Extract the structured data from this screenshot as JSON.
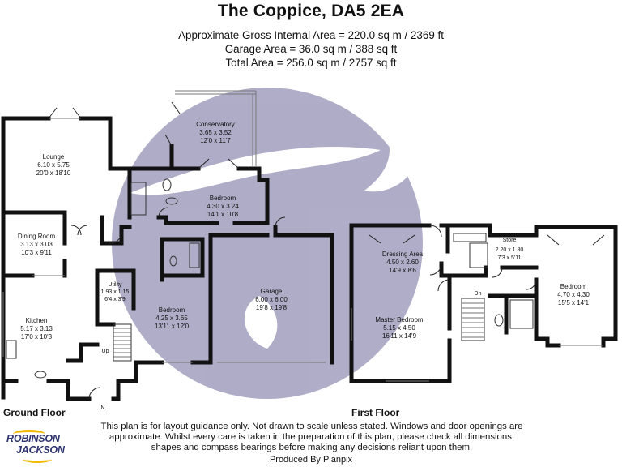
{
  "title": "The Coppice, DA5 2EA",
  "areas": {
    "gross": "Approximate Gross Internal Area = 220.0 sq m / 2369 ft",
    "garage": "Garage Area = 36.0 sq m / 388 sq ft",
    "total": "Total Area = 256.0 sq m / 2757 sq ft"
  },
  "floors": {
    "ground": "Ground Floor",
    "first": "First Floor"
  },
  "rooms": {
    "conservatory": {
      "name": "Conservatory",
      "metric": "3.65 x 3.52",
      "imperial": "12'0 x 11'7"
    },
    "lounge": {
      "name": "Lounge",
      "metric": "6.10 x 5.75",
      "imperial": "20'0 x 18'10"
    },
    "bedroom_gf_rear": {
      "name": "Bedroom",
      "metric": "4.30 x 3.24",
      "imperial": "14'1 x 10'8"
    },
    "dining": {
      "name": "Dining Room",
      "metric": "3.13 x 3.03",
      "imperial": "10'3 x 9'11"
    },
    "utility": {
      "name": "Utility",
      "metric": "1.93 x 1.15",
      "imperial": "6'4 x 3'9"
    },
    "kitchen": {
      "name": "Kitchen",
      "metric": "5.17 x 3.13",
      "imperial": "17'0 x 10'3"
    },
    "bedroom_gf_front": {
      "name": "Bedroom",
      "metric": "4.25 x 3.65",
      "imperial": "13'11 x 12'0"
    },
    "garage": {
      "name": "Garage",
      "metric": "6.00 x 6.00",
      "imperial": "19'8 x 19'8"
    },
    "dressing": {
      "name": "Dressing Area",
      "metric": "4.50 x 2.60",
      "imperial": "14'9 x 8'6"
    },
    "store": {
      "name": "Store",
      "metric": "2.20 x 1.80",
      "imperial": "7'3 x 5'11"
    },
    "bedroom_ff": {
      "name": "Bedroom",
      "metric": "4.70 x 4.30",
      "imperial": "15'5 x 14'1"
    },
    "master": {
      "name": "Master Bedroom",
      "metric": "5.15 x 4.50",
      "imperial": "16'11 x 14'9"
    }
  },
  "markers": {
    "up": "Up",
    "dn": "Dn",
    "in": "IN"
  },
  "disclaimer": "This plan is for layout guidance only. Not drawn to scale unless stated. Windows and door openings are approximate. Whilst every care is taken in the preparation of this plan, please check all dimensions, shapes and compass bearings before making any decisions reliant upon them.",
  "producer": "Produced By Planpix",
  "logo": {
    "line1": "ROBINSON",
    "line2": "JACKSON",
    "brand_color": "#2e3470",
    "accent_color": "#f2b900"
  },
  "colors": {
    "wall": "#111111",
    "watermark": "#a7a4c2"
  }
}
